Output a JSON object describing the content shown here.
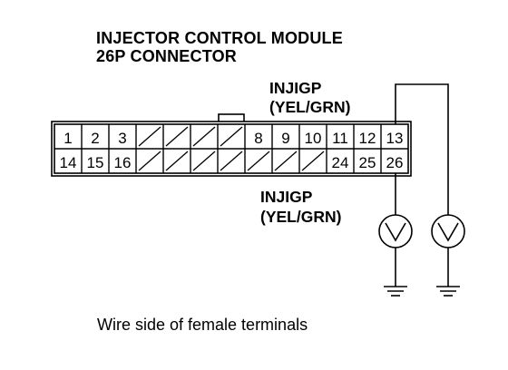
{
  "title": {
    "line1": "INJECTOR CONTROL MODULE",
    "line2": "26P CONNECTOR"
  },
  "wire_top": {
    "name": "INJIGP",
    "color": "(YEL/GRN)"
  },
  "wire_bottom": {
    "name": "INJIGP",
    "color": "(YEL/GRN)"
  },
  "connector": {
    "top_row": [
      "1",
      "2",
      "3",
      "",
      "",
      "",
      "",
      "8",
      "9",
      "10",
      "11",
      "12",
      "13"
    ],
    "bottom_row": [
      "14",
      "15",
      "16",
      "",
      "",
      "",
      "",
      "",
      "",
      "",
      "24",
      "25",
      "26"
    ]
  },
  "meters": [
    {
      "icon": "voltmeter-icon"
    },
    {
      "icon": "voltmeter-icon"
    }
  ],
  "grounds": [
    {
      "icon": "ground-icon"
    },
    {
      "icon": "ground-icon"
    }
  ],
  "caption": "Wire side of female terminals"
}
